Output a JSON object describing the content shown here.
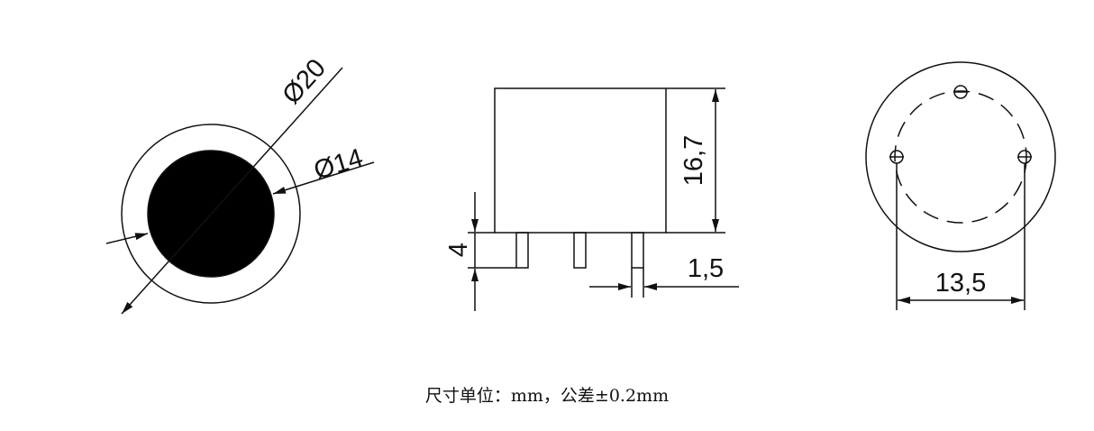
{
  "top_view": {
    "outer_diameter": "Ø20",
    "inner_diameter": "Ø14"
  },
  "side_view": {
    "height": "16,7",
    "pin_length": "4",
    "pin_width": "1,5"
  },
  "bottom_view": {
    "pin_span": "13,5"
  },
  "caption": "尺寸单位：mm，公差±0.2mm"
}
